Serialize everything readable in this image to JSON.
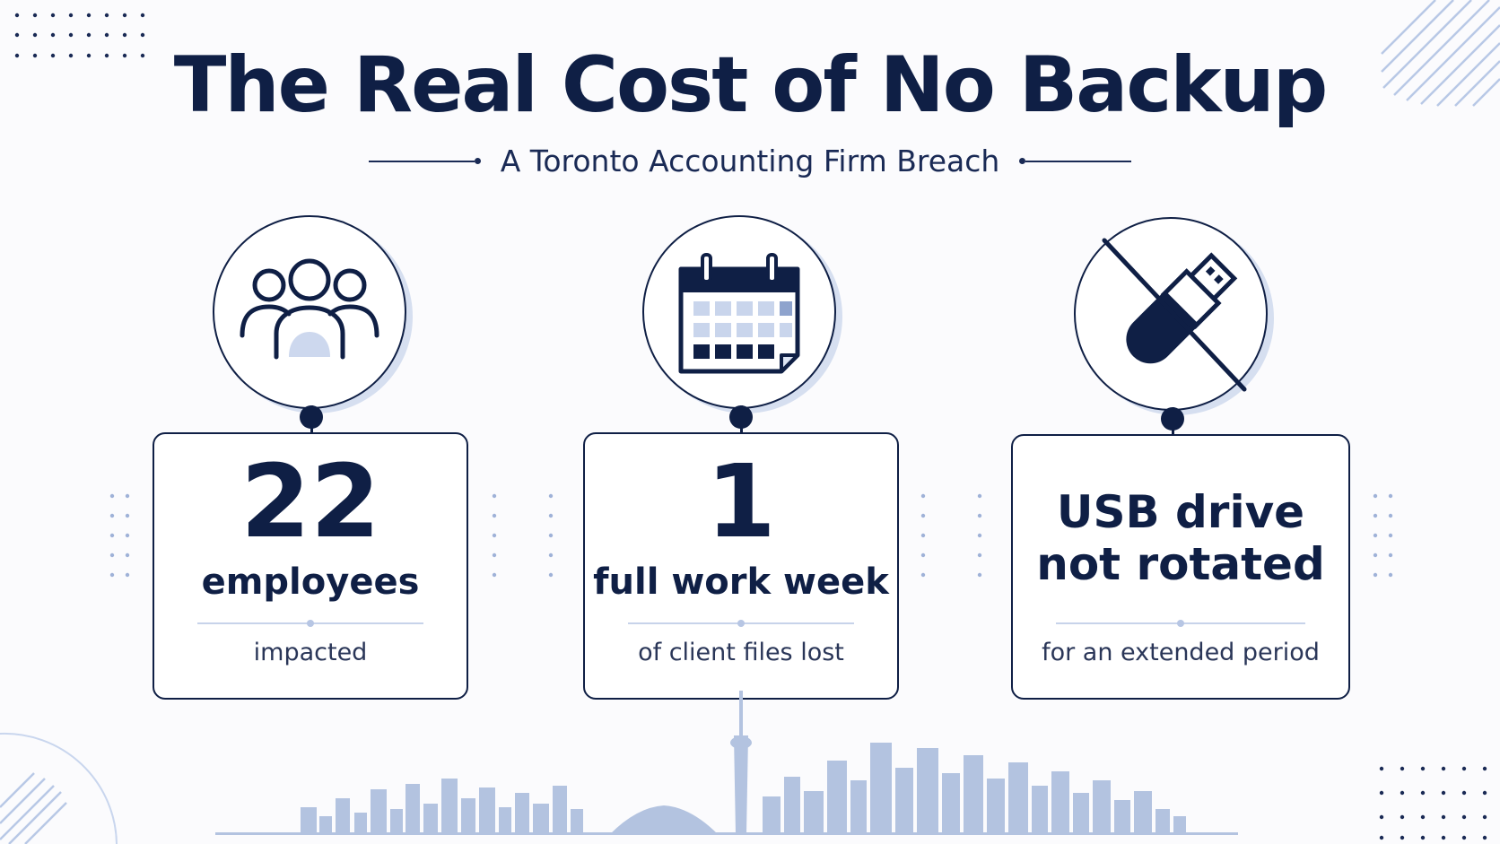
{
  "header": {
    "title": "The Real Cost of No Backup",
    "subtitle": "A Toronto Accounting Firm Breach"
  },
  "stats": [
    {
      "icon": "people-group-icon",
      "big": "22",
      "label": "employees",
      "caption": "impacted"
    },
    {
      "icon": "calendar-icon",
      "big": "1",
      "label": "full work week",
      "caption": "of client files lost"
    },
    {
      "icon": "usb-drive-crossed-icon",
      "line1": "USB drive",
      "line2": "not rotated",
      "caption": "for an extended period"
    }
  ],
  "colors": {
    "navy": "#0f1f45",
    "accent_light": "#d6dff0",
    "skyline": "#b3c3e0"
  }
}
